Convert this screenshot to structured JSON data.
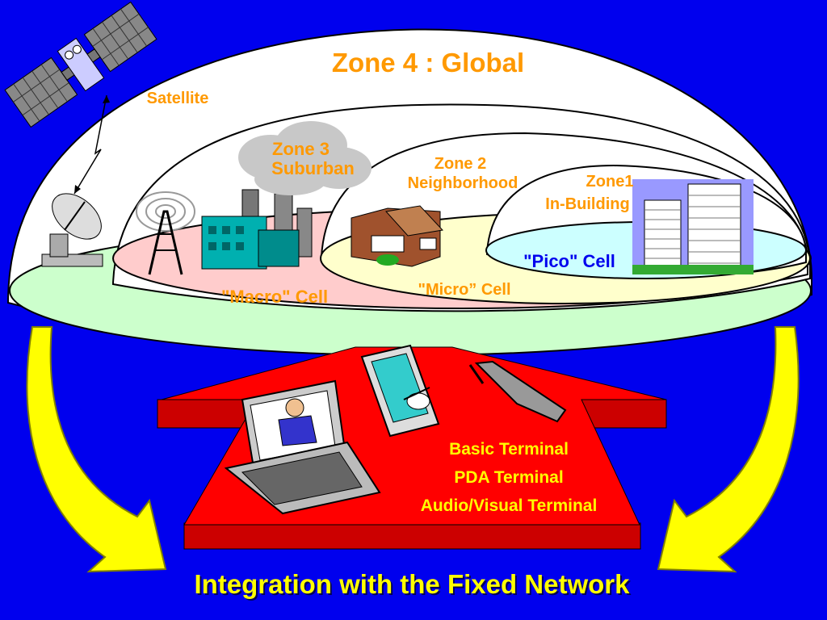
{
  "zones": {
    "global": "Zone 4 : Global",
    "satellite": "Satellite",
    "suburban_line1": "Zone 3",
    "suburban_line2": "Suburban",
    "neighborhood_line1": "Zone 2",
    "neighborhood_line2": "Neighborhood",
    "inbuilding_line1": "Zone1",
    "inbuilding_line2": "In-Building"
  },
  "cells": {
    "macro": "\"Macro\" Cell",
    "micro": "\"Micro” Cell",
    "pico": "\"Pico\" Cell"
  },
  "terminals": [
    "Basic Terminal",
    "PDA Terminal",
    "Audio/Visual Terminal"
  ],
  "footer": "Integration with the Fixed Network",
  "colors": {
    "background": "#0000ee",
    "label_orange": "#ff9900",
    "macro_fill": "#ffcccc",
    "micro_fill": "#ffffcc",
    "pico_fill": "#ccffff",
    "ground_green": "#ccffcc",
    "platform_red": "#ff0000",
    "arrow_yellow": "#ffff00",
    "footer_yellow": "#ffff00"
  }
}
